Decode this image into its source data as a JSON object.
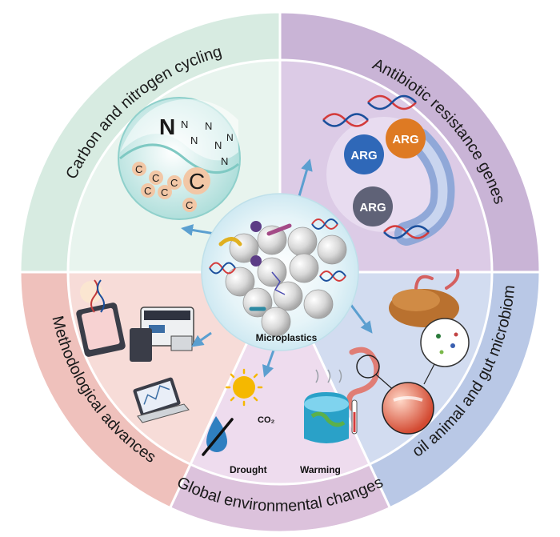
{
  "center": {
    "label": "Microplastics"
  },
  "sectors": {
    "carbon_nitrogen": {
      "label": "Carbon and nitrogen cycling",
      "color": "#d7ebe1",
      "inner": "#e8f4ee"
    },
    "antibiotic": {
      "label": "Antibiotic resistance genes",
      "color": "#c9b4d6",
      "inner": "#dccbe6"
    },
    "soil_animal": {
      "label": "Soil animal and gut microbiome",
      "color": "#b9c8e6",
      "inner": "#d2dcf0"
    },
    "global_changes": {
      "label": "Global environmental changes",
      "color": "#dcc2dc",
      "inner": "#eedcee"
    },
    "methodological": {
      "label": "Methodological advances",
      "color": "#efc1bc",
      "inner": "#f7dcd8"
    }
  },
  "carbon_nitrogen_icon": {
    "big_n": "N",
    "small_n": "N",
    "big_c": "C",
    "small_c": "C"
  },
  "arg_icon": {
    "label": "ARG"
  },
  "global_change_icons": {
    "co2": "CO₂",
    "drought": "Drought",
    "warming": "Warming"
  },
  "colors": {
    "arrow": "#5b9fd0",
    "center_glow": "#cfe9f2",
    "ring_outline": "#ffffff"
  }
}
